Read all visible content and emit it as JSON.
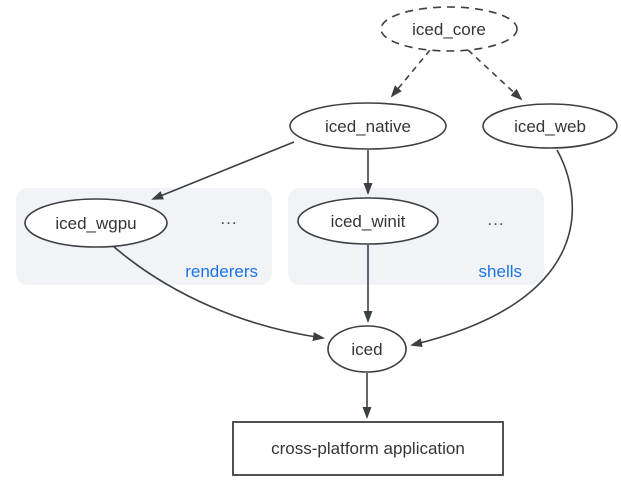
{
  "diagram": {
    "nodes": {
      "iced_core": {
        "label": "iced_core"
      },
      "iced_native": {
        "label": "iced_native"
      },
      "iced_web": {
        "label": "iced_web"
      },
      "iced_wgpu": {
        "label": "iced_wgpu"
      },
      "iced_winit": {
        "label": "iced_winit"
      },
      "iced": {
        "label": "iced"
      },
      "application": {
        "label": "cross-platform application"
      }
    },
    "groups": {
      "renderers": {
        "label": "renderers",
        "ellipsis": "..."
      },
      "shells": {
        "label": "shells",
        "ellipsis": "..."
      }
    },
    "edges": [
      {
        "from": "iced_core",
        "to": "iced_native",
        "style": "dashed"
      },
      {
        "from": "iced_core",
        "to": "iced_web",
        "style": "dashed"
      },
      {
        "from": "iced_native",
        "to": "iced_wgpu",
        "style": "solid"
      },
      {
        "from": "iced_native",
        "to": "iced_winit",
        "style": "solid"
      },
      {
        "from": "iced_winit",
        "to": "iced",
        "style": "solid"
      },
      {
        "from": "iced_wgpu",
        "to": "iced",
        "style": "solid"
      },
      {
        "from": "iced_web",
        "to": "iced",
        "style": "solid"
      },
      {
        "from": "iced",
        "to": "application",
        "style": "solid"
      }
    ],
    "colors": {
      "stroke": "#3c4043",
      "text": "#333538",
      "accent_blue": "#1a73e8",
      "group_background": "#f2f3f7",
      "background": "#ffffff"
    }
  }
}
